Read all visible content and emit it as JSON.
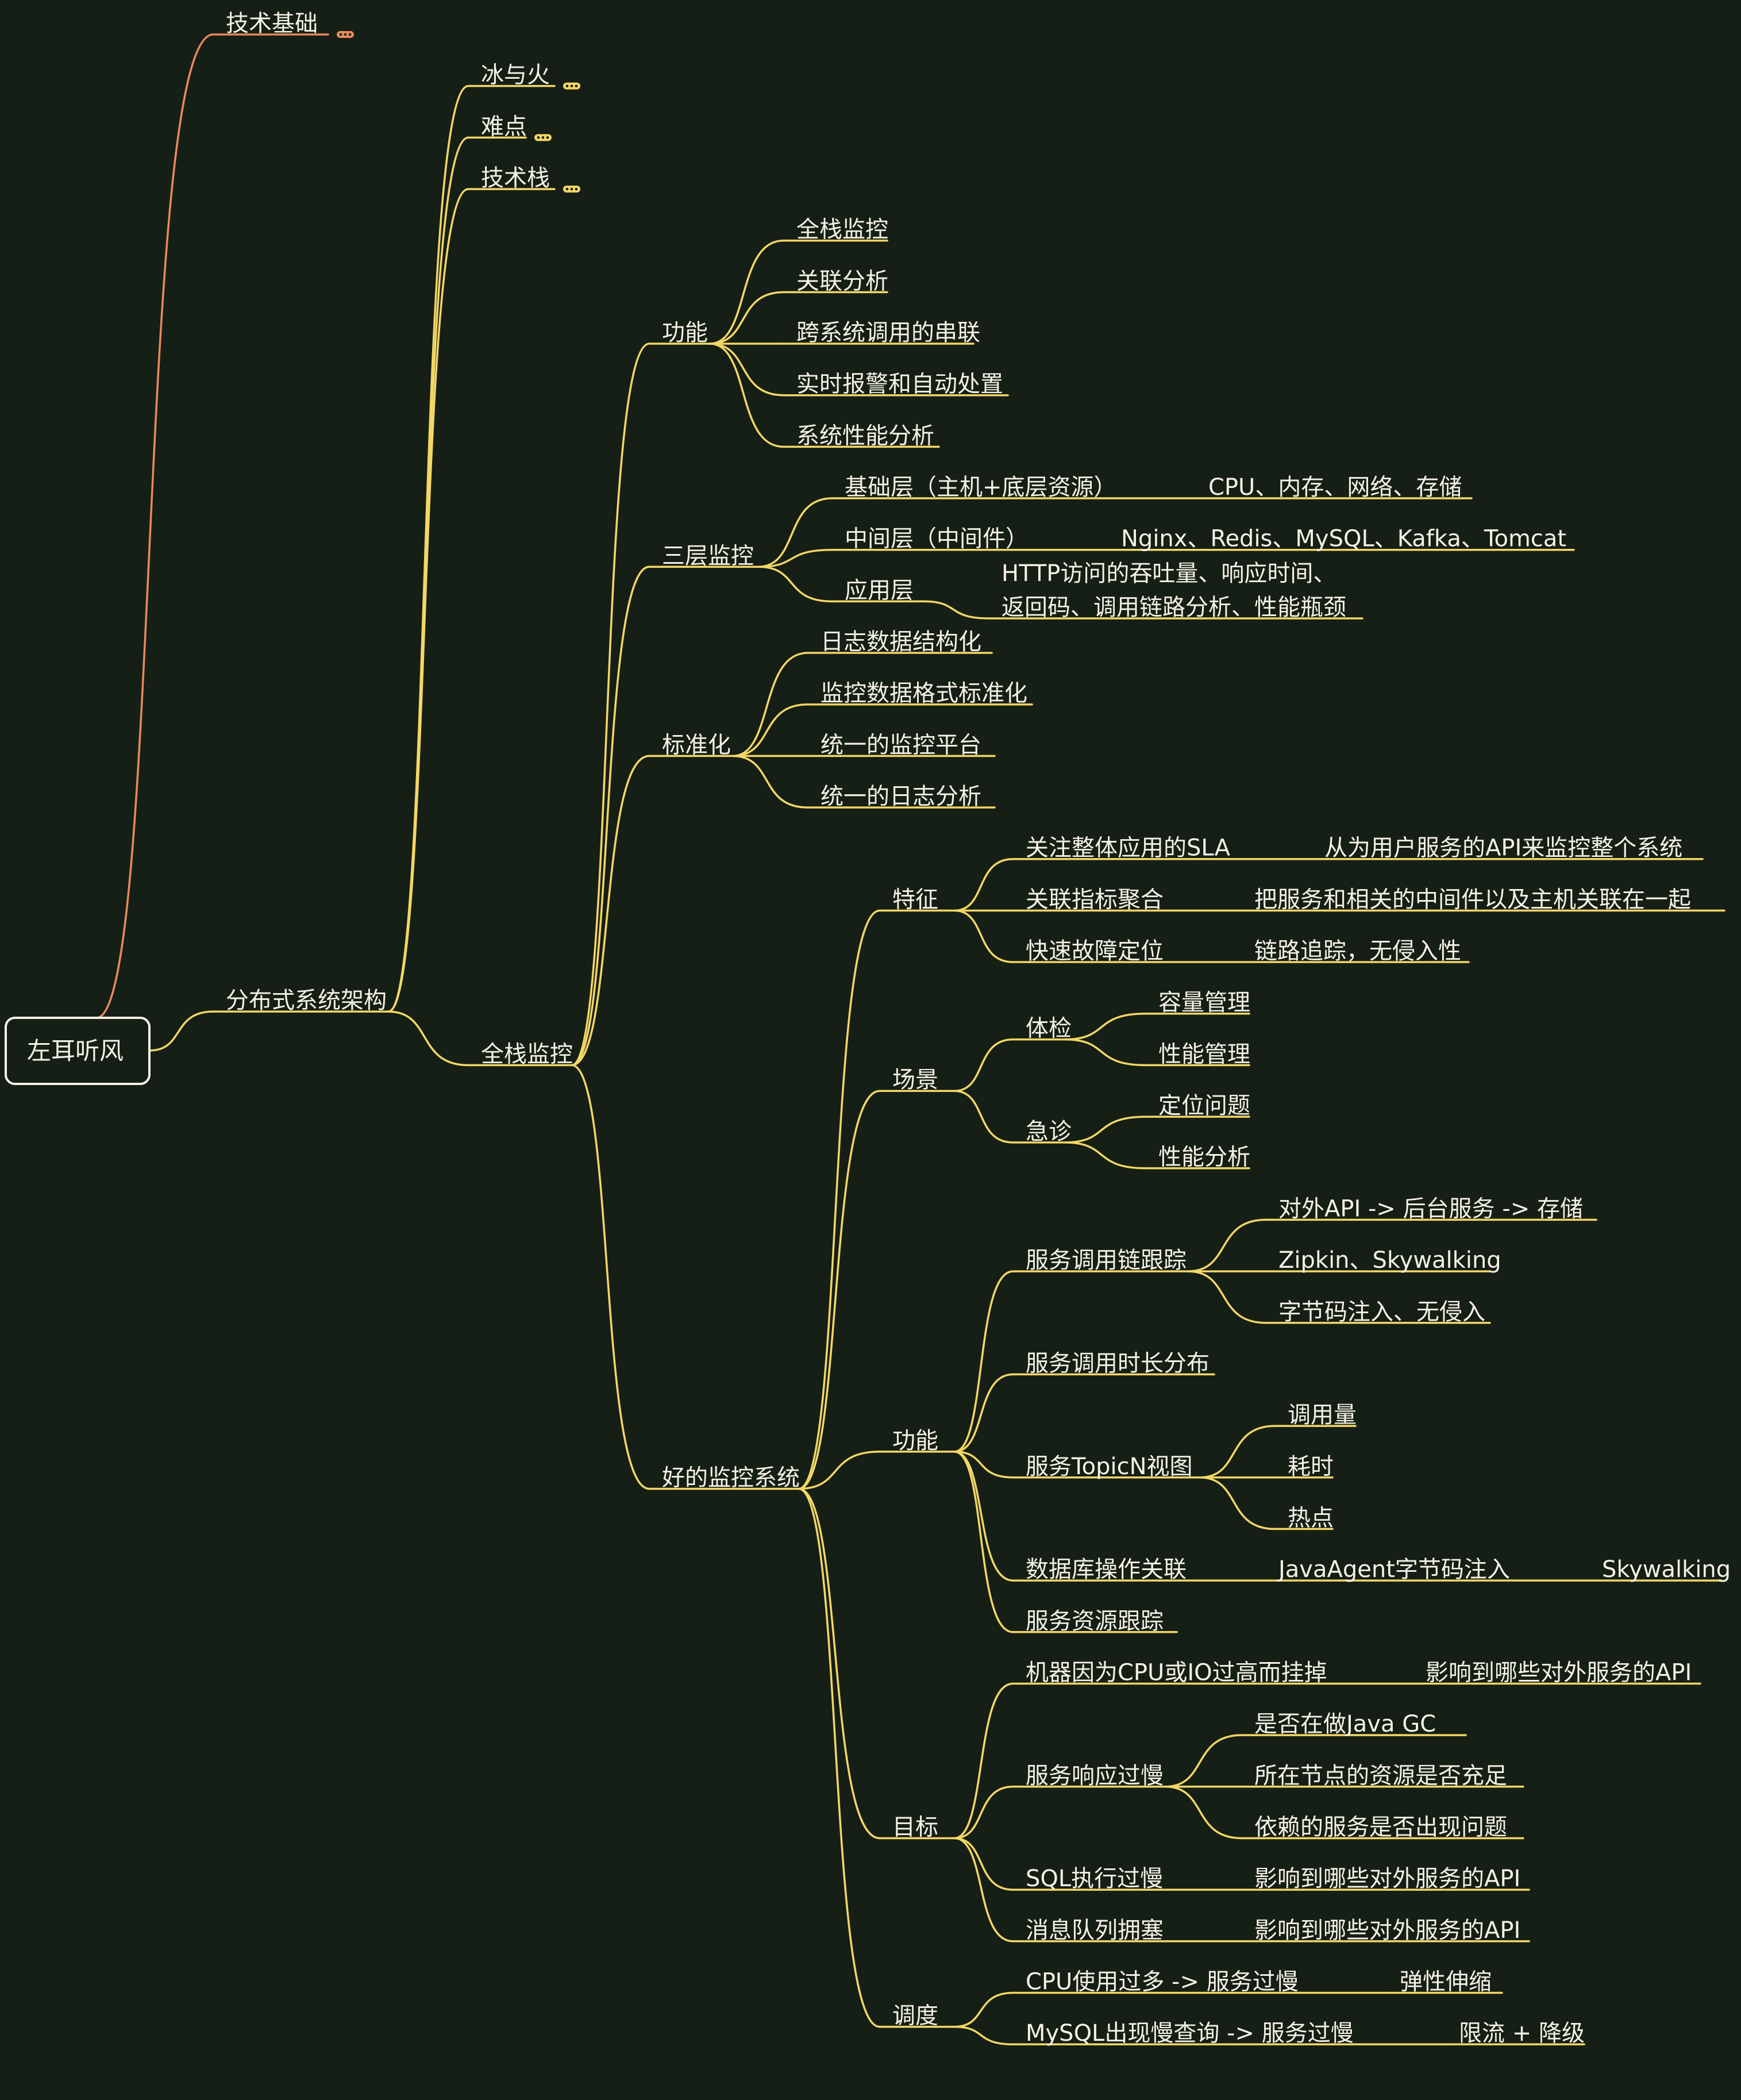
{
  "colors": {
    "background": "#161f15",
    "branch_yellow": "#f3d766",
    "branch_orange": "#e9895d",
    "text": "#f4f1e6",
    "root_border": "#f4f1e6"
  },
  "root": {
    "label": "左耳听风",
    "children": [
      {
        "label": "技术基础",
        "color": "orange",
        "collapsed": true
      },
      {
        "label": "分布式系统架构",
        "children": [
          {
            "label": "冰与火",
            "collapsed": true
          },
          {
            "label": "难点",
            "collapsed": true
          },
          {
            "label": "技术栈",
            "collapsed": true
          },
          {
            "label": "全栈监控",
            "children": [
              {
                "label": "功能",
                "children": [
                  {
                    "label": "全栈监控"
                  },
                  {
                    "label": "关联分析"
                  },
                  {
                    "label": "跨系统调用的串联"
                  },
                  {
                    "label": "实时报警和自动处置"
                  },
                  {
                    "label": "系统性能分析"
                  }
                ]
              },
              {
                "label": "三层监控",
                "children": [
                  {
                    "label": "基础层（主机+底层资源）",
                    "children": [
                      {
                        "label": "CPU、内存、网络、存储"
                      }
                    ]
                  },
                  {
                    "label": "中间层（中间件）",
                    "children": [
                      {
                        "label": "Nginx、Redis、MySQL、Kafka、Tomcat"
                      }
                    ]
                  },
                  {
                    "label": "应用层",
                    "children": [
                      {
                        "label": "HTTP访问的吞吐量、响应时间、",
                        "label2": "返回码、调用链路分析、性能瓶颈"
                      }
                    ]
                  }
                ]
              },
              {
                "label": "标准化",
                "children": [
                  {
                    "label": "日志数据结构化"
                  },
                  {
                    "label": "监控数据格式标准化"
                  },
                  {
                    "label": "统一的监控平台"
                  },
                  {
                    "label": "统一的日志分析"
                  }
                ]
              },
              {
                "label": "好的监控系统",
                "children": [
                  {
                    "label": "特征",
                    "children": [
                      {
                        "label": "关注整体应用的SLA",
                        "children": [
                          {
                            "label": "从为用户服务的API来监控整个系统"
                          }
                        ]
                      },
                      {
                        "label": "关联指标聚合",
                        "children": [
                          {
                            "label": "把服务和相关的中间件以及主机关联在一起"
                          }
                        ]
                      },
                      {
                        "label": "快速故障定位",
                        "children": [
                          {
                            "label": "链路追踪，无侵入性"
                          }
                        ]
                      }
                    ]
                  },
                  {
                    "label": "场景",
                    "children": [
                      {
                        "label": "体检",
                        "children": [
                          {
                            "label": "容量管理"
                          },
                          {
                            "label": "性能管理"
                          }
                        ]
                      },
                      {
                        "label": "急诊",
                        "children": [
                          {
                            "label": "定位问题"
                          },
                          {
                            "label": "性能分析"
                          }
                        ]
                      }
                    ]
                  },
                  {
                    "label": "功能",
                    "children": [
                      {
                        "label": "服务调用链跟踪",
                        "children": [
                          {
                            "label": "对外API -> 后台服务 -> 存储"
                          },
                          {
                            "label": "Zipkin、Skywalking"
                          },
                          {
                            "label": "字节码注入、无侵入"
                          }
                        ]
                      },
                      {
                        "label": "服务调用时长分布"
                      },
                      {
                        "label": "服务TopicN视图",
                        "children": [
                          {
                            "label": "调用量"
                          },
                          {
                            "label": "耗时"
                          },
                          {
                            "label": "热点"
                          }
                        ]
                      },
                      {
                        "label": "数据库操作关联",
                        "children": [
                          {
                            "label": "JavaAgent字节码注入",
                            "children": [
                              {
                                "label": "Skywalking"
                              }
                            ]
                          }
                        ]
                      },
                      {
                        "label": "服务资源跟踪"
                      }
                    ]
                  },
                  {
                    "label": "目标",
                    "children": [
                      {
                        "label": "机器因为CPU或IO过高而挂掉",
                        "children": [
                          {
                            "label": "影响到哪些对外服务的API"
                          }
                        ]
                      },
                      {
                        "label": "服务响应过慢",
                        "children": [
                          {
                            "label": "是否在做Java GC"
                          },
                          {
                            "label": "所在节点的资源是否充足"
                          },
                          {
                            "label": "依赖的服务是否出现问题"
                          }
                        ]
                      },
                      {
                        "label": "SQL执行过慢",
                        "children": [
                          {
                            "label": "影响到哪些对外服务的API"
                          }
                        ]
                      },
                      {
                        "label": "消息队列拥塞",
                        "children": [
                          {
                            "label": "影响到哪些对外服务的API"
                          }
                        ]
                      }
                    ]
                  },
                  {
                    "label": "调度",
                    "children": [
                      {
                        "label": "CPU使用过多 -> 服务过慢",
                        "children": [
                          {
                            "label": "弹性伸缩"
                          }
                        ]
                      },
                      {
                        "label": "MySQL出现慢查询 -> 服务过慢",
                        "children": [
                          {
                            "label": "限流 + 降级"
                          }
                        ]
                      }
                    ]
                  }
                ]
              }
            ]
          }
        ]
      }
    ]
  }
}
